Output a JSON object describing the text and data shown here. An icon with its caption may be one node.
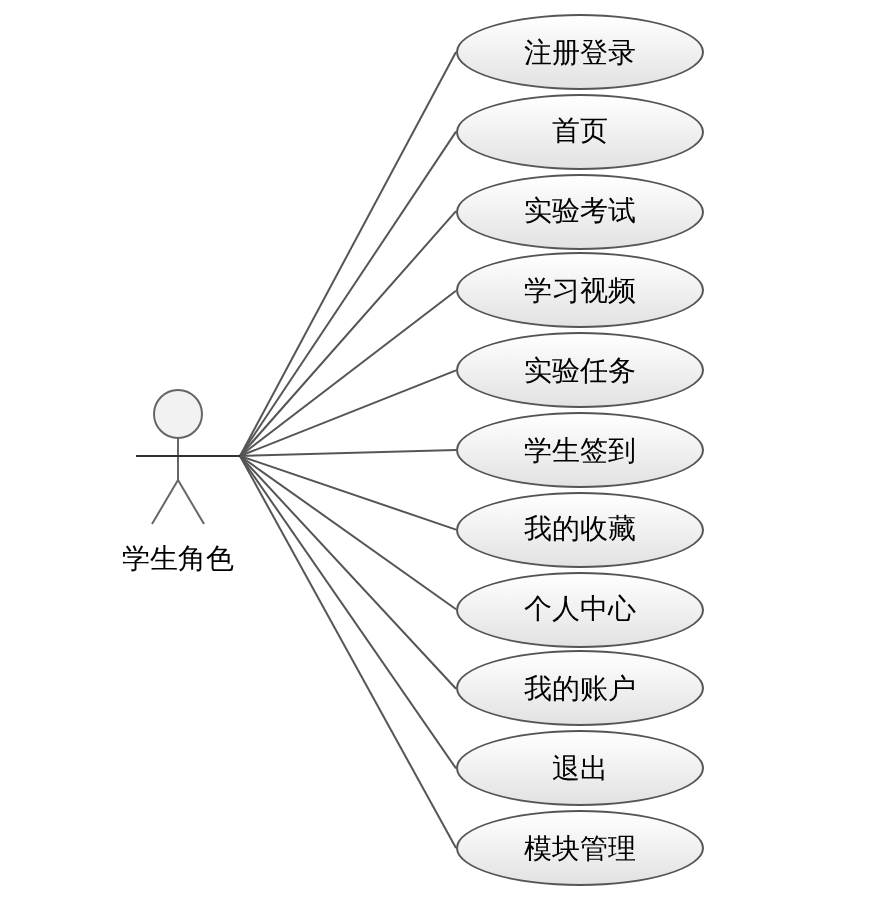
{
  "diagram": {
    "nodes": [
      {
        "text": [
          "学生角色"
        ]
      },
      {
        "text": [
          "注册登录"
        ]
      },
      {
        "text": [
          "首页"
        ]
      },
      {
        "text": [
          "实验考试"
        ]
      },
      {
        "text": [
          "学习视频"
        ]
      },
      {
        "text": [
          "实验任务"
        ]
      },
      {
        "text": [
          "学生签到"
        ]
      },
      {
        "text": [
          "我的收藏"
        ]
      },
      {
        "text": [
          "个人中心"
        ]
      },
      {
        "text": [
          "我的账户"
        ]
      },
      {
        "text": [
          "退出"
        ]
      },
      {
        "text": [
          "模块管理"
        ]
      }
    ],
    "edges": [
      {
        "from": 0,
        "to": 1,
        "arrow": "none"
      },
      {
        "from": 0,
        "to": 2,
        "arrow": "none"
      },
      {
        "from": 0,
        "to": 3,
        "arrow": "none"
      },
      {
        "from": 0,
        "to": 4,
        "arrow": "none"
      },
      {
        "from": 0,
        "to": 5,
        "arrow": "none"
      },
      {
        "from": 0,
        "to": 6,
        "arrow": "none"
      },
      {
        "from": 0,
        "to": 7,
        "arrow": "none"
      },
      {
        "from": 0,
        "to": 8,
        "arrow": "none"
      },
      {
        "from": 0,
        "to": 9,
        "arrow": "none"
      },
      {
        "from": 0,
        "to": 10,
        "arrow": "none"
      },
      {
        "from": 0,
        "to": 11,
        "arrow": "none"
      }
    ]
  }
}
